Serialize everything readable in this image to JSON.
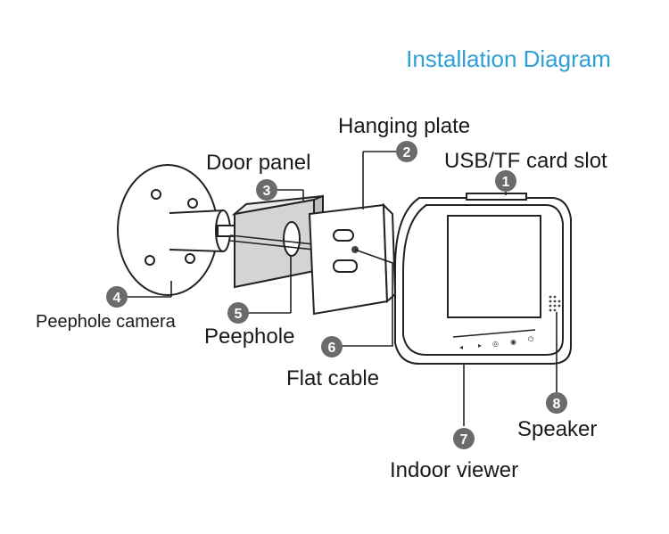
{
  "title": "Installation Diagram",
  "labels": {
    "hanging_plate": "Hanging plate",
    "usb_tf_slot": "USB/TF card slot",
    "door_panel": "Door panel",
    "peephole_camera": "Peephole camera",
    "peephole": "Peephole",
    "flat_cable": "Flat cable",
    "speaker": "Speaker",
    "indoor_viewer": "Indoor viewer"
  },
  "numbers": {
    "usb": "1",
    "hanging_plate": "2",
    "door_panel": "3",
    "peephole_camera": "4",
    "peephole": "5",
    "flat_cable": "6",
    "indoor_viewer": "7",
    "speaker": "8"
  },
  "colors": {
    "title": "#2f9fd8",
    "badge": "#6b6b6b",
    "door_panel_fill": "#d4d4d4"
  }
}
